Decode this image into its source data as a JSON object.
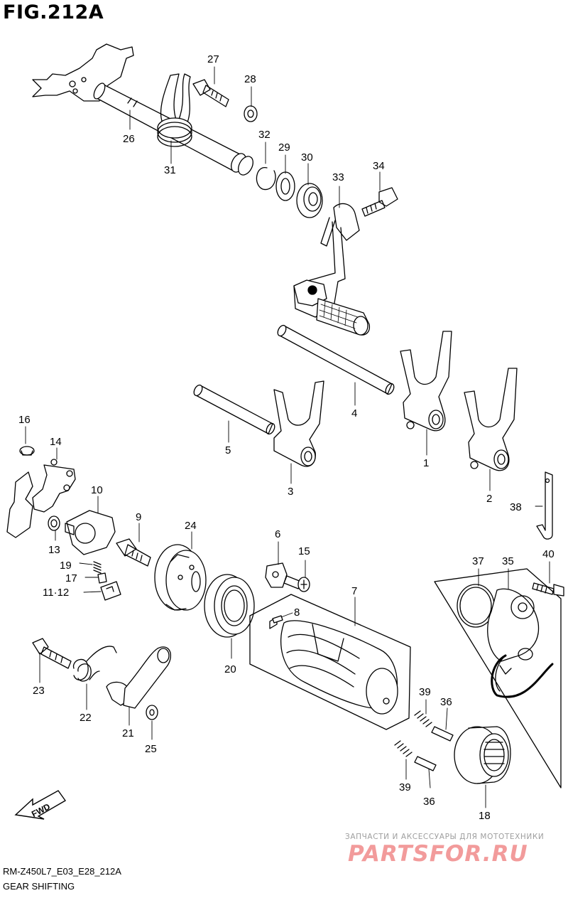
{
  "figure": {
    "title": "FIG.212A",
    "code": "RM-Z450L7_E03_E28_212A",
    "subtitle": "GEAR SHIFTING"
  },
  "fwd_label": "FWD",
  "watermark": {
    "line1": "ЗАПЧАСТИ И АКСЕССУАРЫ ДЛЯ МОТОТЕХНИКИ",
    "line2": "PARTSFOR.RU"
  },
  "callouts": [
    {
      "id": "c27",
      "label": "27"
    },
    {
      "id": "c28",
      "label": "28"
    },
    {
      "id": "c26",
      "label": "26"
    },
    {
      "id": "c31",
      "label": "31"
    },
    {
      "id": "c32",
      "label": "32"
    },
    {
      "id": "c29",
      "label": "29"
    },
    {
      "id": "c30",
      "label": "30"
    },
    {
      "id": "c33",
      "label": "33"
    },
    {
      "id": "c34",
      "label": "34"
    },
    {
      "id": "c4",
      "label": "4"
    },
    {
      "id": "c5",
      "label": "5"
    },
    {
      "id": "c3",
      "label": "3"
    },
    {
      "id": "c1",
      "label": "1"
    },
    {
      "id": "c2",
      "label": "2"
    },
    {
      "id": "c16",
      "label": "16"
    },
    {
      "id": "c14",
      "label": "14"
    },
    {
      "id": "c10",
      "label": "10"
    },
    {
      "id": "c13",
      "label": "13"
    },
    {
      "id": "c19",
      "label": "19"
    },
    {
      "id": "c17",
      "label": "17"
    },
    {
      "id": "c11_12",
      "label": "11·12"
    },
    {
      "id": "c9",
      "label": "9"
    },
    {
      "id": "c24",
      "label": "24"
    },
    {
      "id": "c6",
      "label": "6"
    },
    {
      "id": "c15",
      "label": "15"
    },
    {
      "id": "c7",
      "label": "7"
    },
    {
      "id": "c8",
      "label": "8"
    },
    {
      "id": "c20",
      "label": "20"
    },
    {
      "id": "c38",
      "label": "38"
    },
    {
      "id": "c37",
      "label": "37"
    },
    {
      "id": "c35",
      "label": "35"
    },
    {
      "id": "c40",
      "label": "40"
    },
    {
      "id": "c23",
      "label": "23"
    },
    {
      "id": "c22",
      "label": "22"
    },
    {
      "id": "c21",
      "label": "21"
    },
    {
      "id": "c25",
      "label": "25"
    },
    {
      "id": "c39a",
      "label": "39"
    },
    {
      "id": "c36a",
      "label": "36"
    },
    {
      "id": "c39b",
      "label": "39"
    },
    {
      "id": "c36b",
      "label": "36"
    },
    {
      "id": "c18",
      "label": "18"
    }
  ]
}
